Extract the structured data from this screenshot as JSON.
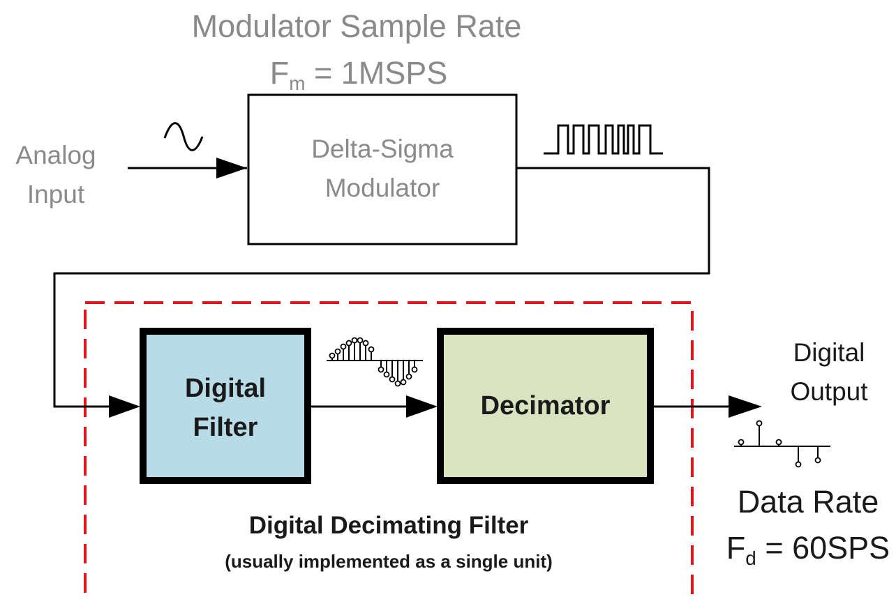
{
  "modulator_rate": {
    "title": "Modulator Sample Rate",
    "symbol": "F",
    "subscript": "m",
    "value": "= 1MSPS"
  },
  "analog_input": {
    "line1": "Analog",
    "line2": "Input"
  },
  "modulator_block": {
    "line1": "Delta-Sigma",
    "line2": "Modulator"
  },
  "filter_block": {
    "line1": "Digital",
    "line2": "Filter",
    "fill": "#b7dbe7"
  },
  "decimator_block": {
    "label": "Decimator",
    "fill": "#d9e3bf"
  },
  "digital_output": {
    "line1": "Digital",
    "line2": "Output"
  },
  "data_rate": {
    "title": "Data Rate",
    "symbol": "F",
    "subscript": "d",
    "value": "= 60SPS"
  },
  "decimating_filter": {
    "title": "Digital Decimating Filter",
    "note": "(usually implemented as a single unit)",
    "border_color": "#e0161b"
  },
  "icons": {
    "input": "sine-wave-icon",
    "modulator_output": "pulse-train-icon",
    "filter_output": "sampled-sine-icon",
    "decimator_output": "sparse-samples-icon"
  }
}
